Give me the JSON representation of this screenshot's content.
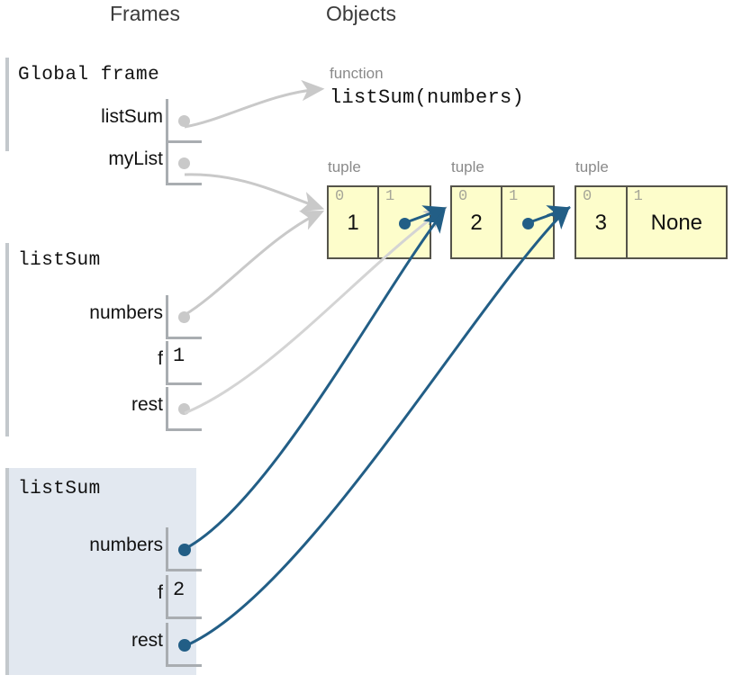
{
  "headers": {
    "frames": "Frames",
    "objects": "Objects"
  },
  "colors": {
    "tuple_fill": "#fdfdcb",
    "tuple_border": "#55544a",
    "active_frame_bg": "#e2e8f0",
    "active_pointer": "#225e86",
    "inactive_pointer": "#c9c9c9",
    "frame_bar": "#c3c8cc",
    "header_text": "#3b3b3b",
    "label_text": "#8a8a8a"
  },
  "frames": [
    {
      "id": "global",
      "title": "Global frame",
      "highlighted": false,
      "variables": [
        {
          "name": "listSum",
          "kind": "pointer",
          "value": ""
        },
        {
          "name": "myList",
          "kind": "pointer",
          "value": ""
        }
      ]
    },
    {
      "id": "listsum-1",
      "title": "listSum",
      "highlighted": false,
      "variables": [
        {
          "name": "numbers",
          "kind": "pointer",
          "value": ""
        },
        {
          "name": "f",
          "kind": "value",
          "value": "1"
        },
        {
          "name": "rest",
          "kind": "pointer",
          "value": ""
        }
      ]
    },
    {
      "id": "listsum-2",
      "title": "listSum",
      "highlighted": true,
      "variables": [
        {
          "name": "numbers",
          "kind": "pointer",
          "value": ""
        },
        {
          "name": "f",
          "kind": "value",
          "value": "2"
        },
        {
          "name": "rest",
          "kind": "pointer",
          "value": ""
        }
      ]
    }
  ],
  "objects": {
    "function": {
      "type_label": "function",
      "signature": "listSum(numbers)"
    },
    "tuples": [
      {
        "type_label": "tuple",
        "cells": [
          {
            "index": "0",
            "kind": "value",
            "value": "1"
          },
          {
            "index": "1",
            "kind": "pointer",
            "value": ""
          }
        ]
      },
      {
        "type_label": "tuple",
        "cells": [
          {
            "index": "0",
            "kind": "value",
            "value": "2"
          },
          {
            "index": "1",
            "kind": "pointer",
            "value": ""
          }
        ]
      },
      {
        "type_label": "tuple",
        "cells": [
          {
            "index": "0",
            "kind": "value",
            "value": "3"
          },
          {
            "index": "1",
            "kind": "value",
            "value": "None"
          }
        ]
      }
    ]
  }
}
